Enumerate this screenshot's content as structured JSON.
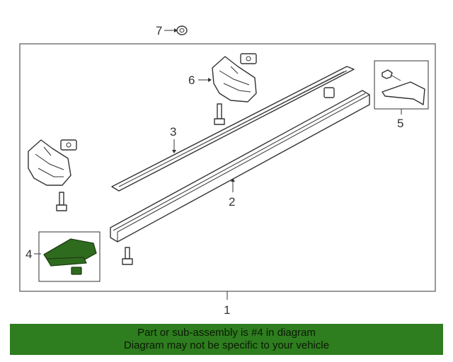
{
  "diagram": {
    "callouts": [
      "1",
      "2",
      "3",
      "4",
      "5",
      "6",
      "7"
    ],
    "highlighted_part": "4"
  },
  "banner": {
    "line1": "Part or sub-assembly is #4 in diagram",
    "line2": "Diagram may not be specific to your vehicle",
    "background": "#2e7d1e"
  }
}
